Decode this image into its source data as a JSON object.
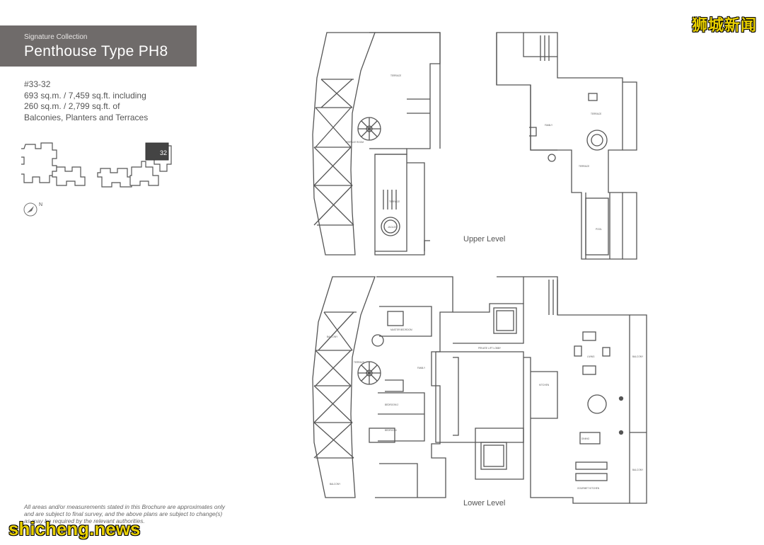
{
  "header": {
    "series": "Signature Collection",
    "title": "Penthouse Type PH8"
  },
  "info": {
    "unit": "#33-32",
    "area_line1": "693 sq.m. / 7,459 sq.ft. including",
    "area_line2": "260 sq.m. / 2,799 sq.ft. of",
    "area_line3": "Balconies, Planters and Terraces"
  },
  "keyplan": {
    "highlight_label": "32",
    "compass_label": "N"
  },
  "levels": {
    "upper": "Upper Level",
    "lower": "Lower Level"
  },
  "disclaimer": "All areas and/or measurements stated in this Brochure are approximates only and are subject to final survey, and the above plans are subject to change(s) as may be required by the relevant authorities.",
  "watermarks": {
    "cn": "狮城新闻",
    "en": "shicheng.news"
  },
  "colors": {
    "title_bg": "#6f6b6a",
    "watermark": "#e9d000",
    "highlight": "#444444"
  }
}
